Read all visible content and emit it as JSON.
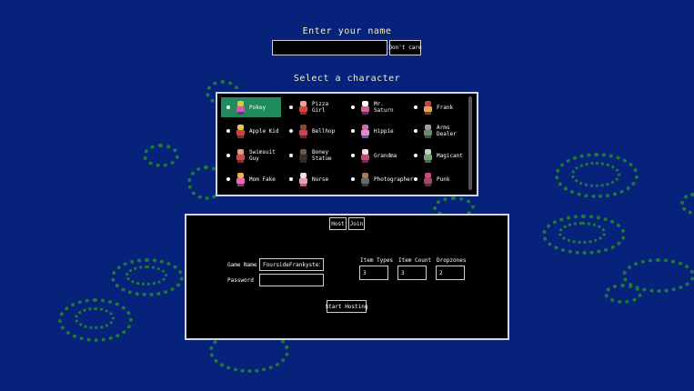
{
  "name_prompt": {
    "title": "Enter your name",
    "input_value": "",
    "dont_care_label": "Don't care"
  },
  "character_select": {
    "title": "Select a character",
    "selected": "Pokey",
    "characters": [
      {
        "label": "Pokey",
        "hair": "#e8c14a",
        "shirt": "#d05ab0",
        "legs": "#5a3a8a"
      },
      {
        "label": "Pizza Girl",
        "hair": "#f0a0a0",
        "shirt": "#e04040",
        "legs": "#a02a2a"
      },
      {
        "label": "Mr. Saturn",
        "hair": "#ffffff",
        "shirt": "#e05aa0",
        "legs": "#6a2a6a"
      },
      {
        "label": "Frank",
        "hair": "#c04a3a",
        "shirt": "#e0a060",
        "legs": "#8a3a2a"
      },
      {
        "label": "Apple Kid",
        "hair": "#f0c040",
        "shirt": "#d04040",
        "legs": "#6a3a2a"
      },
      {
        "label": "Bellhop",
        "hair": "#8a4a2a",
        "shirt": "#d04050",
        "legs": "#6a2a2a"
      },
      {
        "label": "Hippie",
        "hair": "#d06ab0",
        "shirt": "#e08ad0",
        "legs": "#4a6a9a"
      },
      {
        "label": "Arms Dealer",
        "hair": "#a0a090",
        "shirt": "#6a8a6a",
        "legs": "#4a4a4a"
      },
      {
        "label": "Swimsuit Guy",
        "hair": "#e0a080",
        "shirt": "#c05050",
        "legs": "#8a2a2a"
      },
      {
        "label": "Boney Statue",
        "hair": "#6a5a4a",
        "shirt": "#3a2a2a",
        "legs": "#2a2a2a"
      },
      {
        "label": "Grandma",
        "hair": "#f0e0e0",
        "shirt": "#c04a7a",
        "legs": "#7a2a4a"
      },
      {
        "label": "Magicant",
        "hair": "#c0d0c0",
        "shirt": "#7aa07a",
        "legs": "#4a6a4a"
      },
      {
        "label": "Mom Fake",
        "hair": "#f0b040",
        "shirt": "#e070b0",
        "legs": "#8a3a6a"
      },
      {
        "label": "Nurse",
        "hair": "#f0e0e0",
        "shirt": "#e0a0c0",
        "legs": "#c05a8a"
      },
      {
        "label": "Photographer",
        "hair": "#b07a4a",
        "shirt": "#6a6a6a",
        "legs": "#3a3a3a"
      },
      {
        "label": "Punk",
        "hair": "#d04a7a",
        "shirt": "#a04a6a",
        "legs": "#5a2a4a"
      }
    ]
  },
  "hosting": {
    "host_tab": "Host",
    "join_tab": "Join",
    "game_name_label": "Game Name",
    "game_name_value": "FoursideFrankystein",
    "password_label": "Password",
    "password_value": "",
    "item_types_label": "Item Types",
    "item_types_value": "3",
    "item_count_label": "Item Count",
    "item_count_value": "3",
    "dropzones_label": "Dropzones",
    "dropzones_value": "2",
    "start_label": "Start Hosting"
  },
  "colors": {
    "background": "#06227a",
    "selected_cell": "#1f8a5c",
    "ring": "#1f7a3a",
    "title_text": "#f2f0c8"
  }
}
